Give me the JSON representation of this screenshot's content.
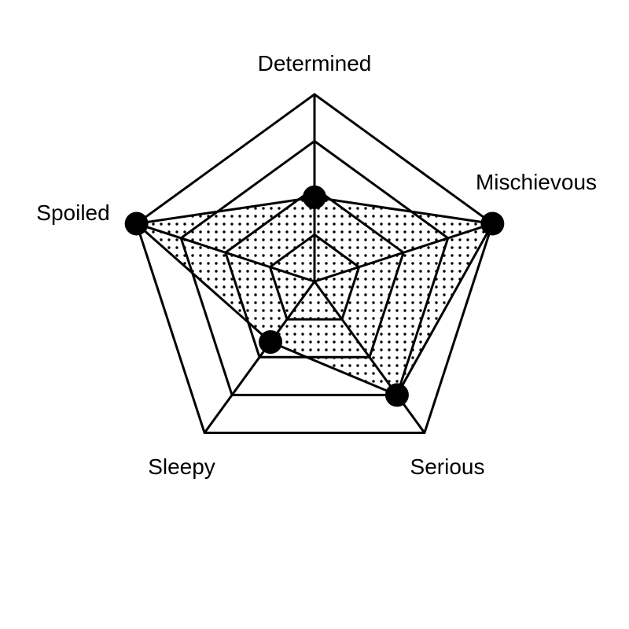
{
  "chart_data": {
    "type": "radar",
    "categories": [
      "Determined",
      "Mischievous",
      "Serious",
      "Sleepy",
      "Spoiled"
    ],
    "series": [
      {
        "values": [
          1.8,
          4.0,
          3.0,
          1.6,
          4.0
        ]
      }
    ],
    "rlim": [
      0,
      4
    ],
    "rings": [
      1,
      2,
      3,
      4
    ],
    "grid": true,
    "legend": "none",
    "colors": {
      "line": "#000000",
      "fill_pattern": "dots",
      "marker": "#000000"
    }
  }
}
